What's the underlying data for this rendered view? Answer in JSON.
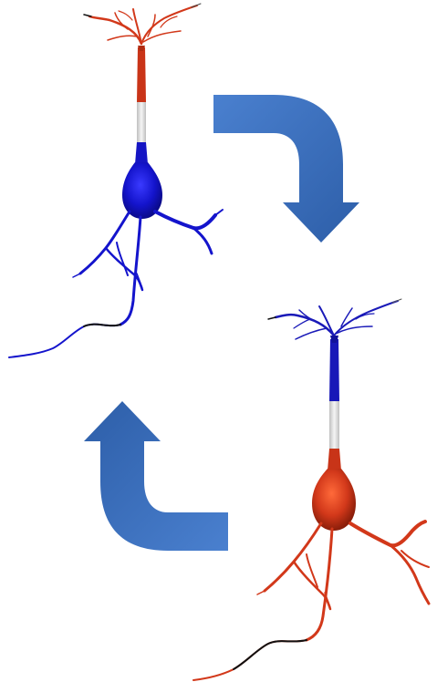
{
  "diagram": {
    "neurons": [
      {
        "id": "neuron-top-left",
        "dendrite_color": "#d2381a",
        "soma_color": "#1414cc",
        "axon_tip_color": "#111111"
      },
      {
        "id": "neuron-bottom-right",
        "dendrite_color": "#1a1ab8",
        "soma_color": "#d2381a",
        "axon_tip_color": "#111111"
      }
    ],
    "arrows": [
      {
        "id": "arrow-cycle-down",
        "direction": "right-then-down"
      },
      {
        "id": "arrow-cycle-up",
        "direction": "left-then-up"
      }
    ],
    "colors": {
      "arrow": "#3a6fbf",
      "arrow_dark": "#2e5ba3",
      "neck_segment": "#e8e8e8"
    }
  }
}
